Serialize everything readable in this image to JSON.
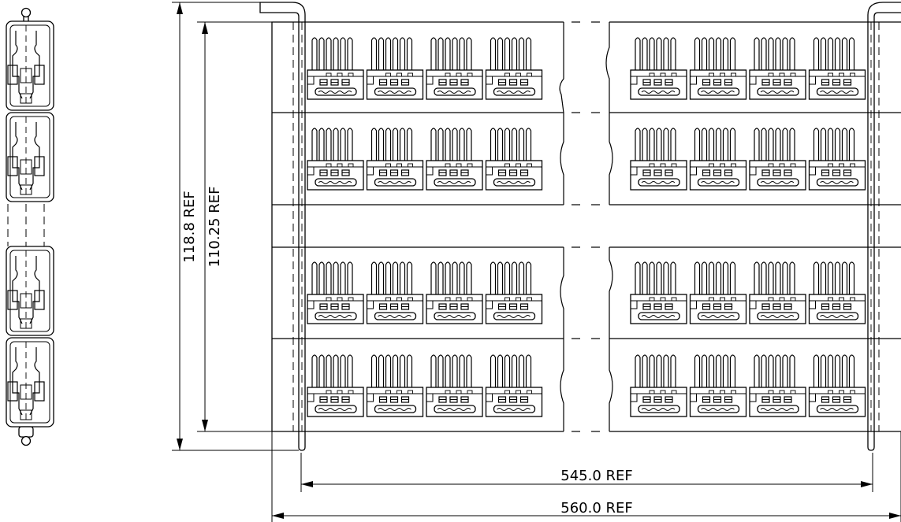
{
  "dimensions": {
    "width_545": "545.0 REF",
    "width_560": "560.0 REF",
    "height_110": "110.25 REF",
    "height_118": "118.8 REF"
  },
  "tray": {
    "rows": 4,
    "connectors_per_row_per_side": 4,
    "pins_per_connector": 6
  },
  "colors": {
    "line": "#000000",
    "background": "#ffffff"
  }
}
